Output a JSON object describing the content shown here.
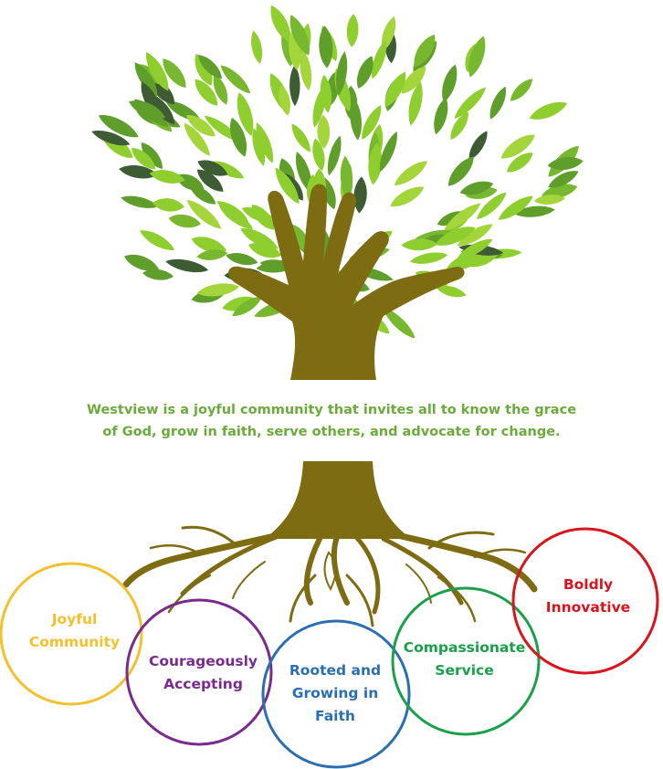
{
  "mission": {
    "line1": "Westview is a joyful community that invites all to know the grace",
    "line2": "of God, grow in faith, serve others, and advocate for change."
  },
  "values": [
    {
      "lines": [
        "Joyful",
        "Community"
      ],
      "color": "#f2c12e"
    },
    {
      "lines": [
        "Courageously",
        "Accepting"
      ],
      "color": "#7a2c8e"
    },
    {
      "lines": [
        "Rooted and",
        "Growing in",
        "Faith"
      ],
      "color": "#2b6fae"
    },
    {
      "lines": [
        "Compassionate",
        "Service"
      ],
      "color": "#1aa04a"
    },
    {
      "lines": [
        "Boldly",
        "Innovative"
      ],
      "color": "#d9141c"
    }
  ],
  "colors": {
    "trunk": "#7d6c12",
    "leaf_light": "#8fce2f",
    "leaf_mid": "#5f9e2b",
    "leaf_dark": "#3d5c33",
    "mission_text": "#6aab3c"
  },
  "icons": {
    "tree": "tree-hand-illustration",
    "roots": "roots-illustration"
  }
}
